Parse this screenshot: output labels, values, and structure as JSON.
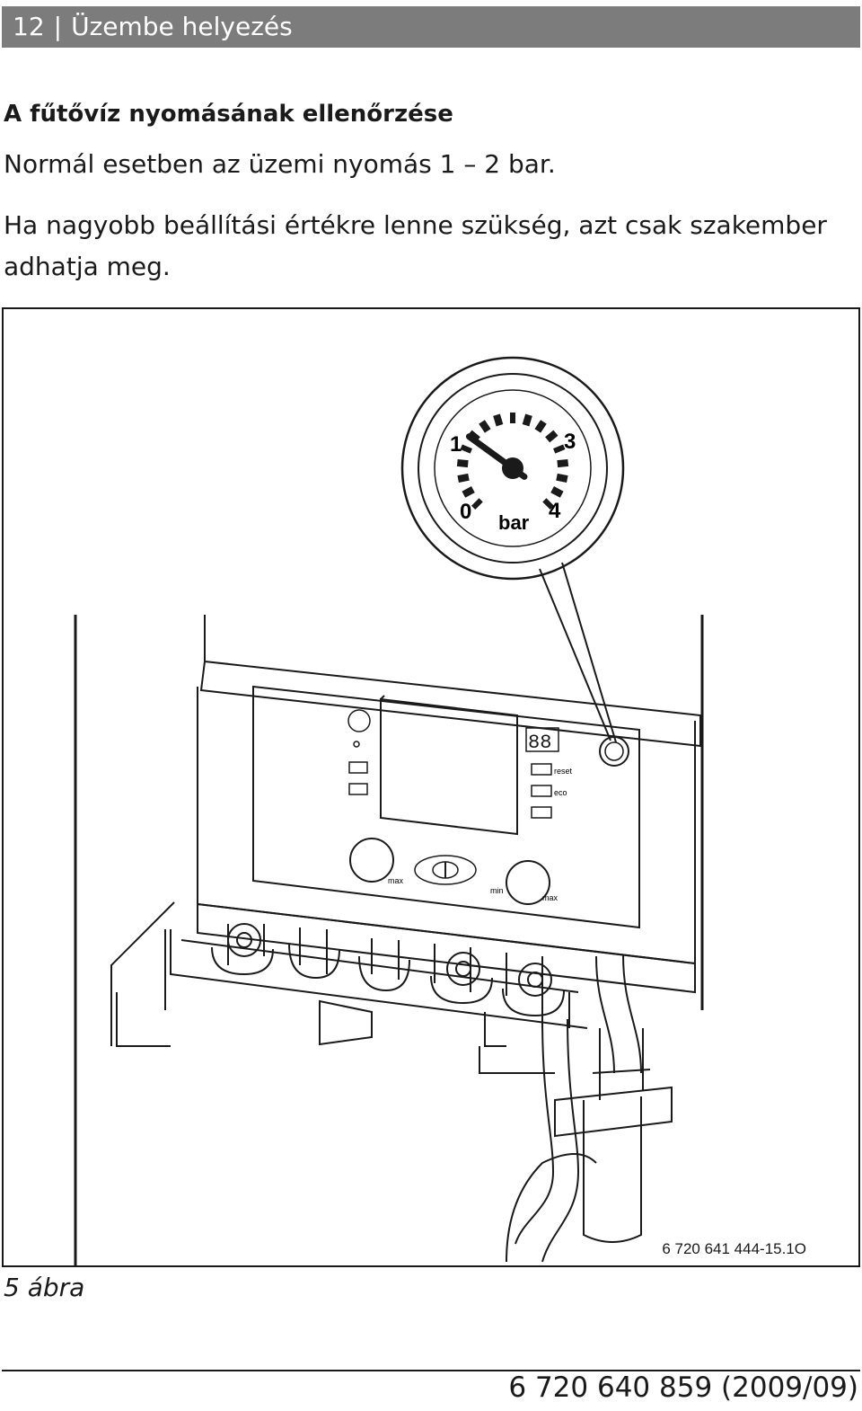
{
  "header": {
    "page_number": "12",
    "separator": "|",
    "section": "Üzembe helyezés"
  },
  "content": {
    "title": "A fűtővíz nyomásának ellenőrzése",
    "paragraph1": "Normál esetben az üzemi nyomás 1 – 2 bar.",
    "paragraph2": "Ha nagyobb beállítási értékre lenne szükség, azt csak szakember adhatja meg."
  },
  "figure": {
    "gauge": {
      "label_0": "0",
      "label_1": "1",
      "label_3": "3",
      "label_4": "4",
      "unit": "bar",
      "reading": 1.2
    },
    "panel": {
      "display": "88",
      "button_reset": "reset",
      "button_eco": "eco",
      "knob_max": "max",
      "knob_min": "min"
    },
    "image_id": "6 720 641 444-15.1O",
    "caption": "5 ábra"
  },
  "footer": {
    "doc_number": "6 720 640 859 (2009/09)"
  }
}
